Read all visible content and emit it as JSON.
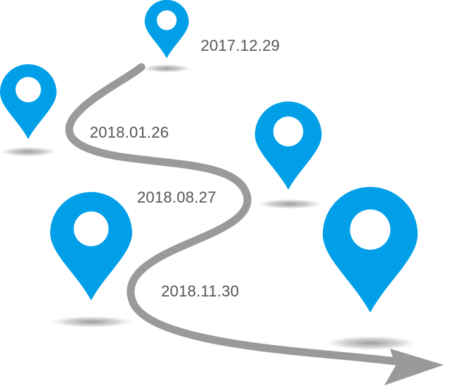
{
  "timeline": {
    "dates": [
      "2017.12.29",
      "2018.01.26",
      "2018.08.27",
      "2018.11.30"
    ]
  },
  "colors": {
    "pin": "#009fe8",
    "pin_hole": "#ffffff",
    "path_arrow": "#9a9a9a",
    "shadow": "#8c8c8c",
    "text": "#555555"
  },
  "icons": [
    "map-pin-icon",
    "arrow-head-icon"
  ]
}
